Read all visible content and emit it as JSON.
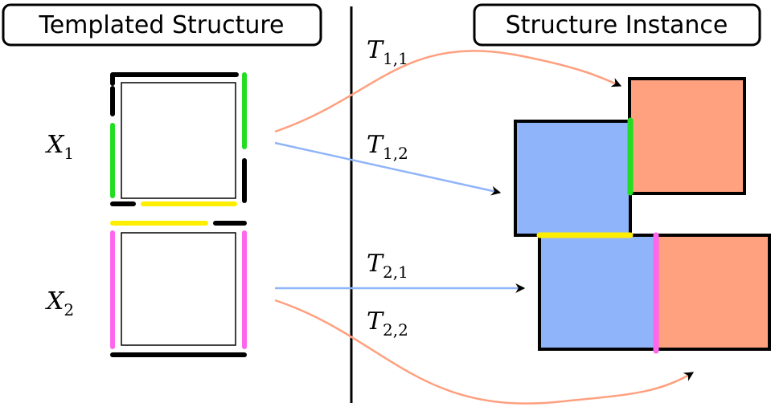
{
  "headings": {
    "left": "Templated Structure",
    "right": "Structure Instance"
  },
  "variables": {
    "x1": {
      "base": "X",
      "sub": "1"
    },
    "x2": {
      "base": "X",
      "sub": "2"
    }
  },
  "transforms": {
    "t11": {
      "base": "T",
      "sub": "1,1"
    },
    "t12": {
      "base": "T",
      "sub": "1,2"
    },
    "t21": {
      "base": "T",
      "sub": "2,1"
    },
    "t22": {
      "base": "T",
      "sub": "2,2"
    }
  },
  "colors": {
    "blue_fill": "#8fb4fa",
    "salmon_fill": "#ffa07f",
    "green_edge": "#22dd22",
    "yellow_edge": "#ffee00",
    "magenta_edge": "#ff66ee",
    "blue_arrow": "#8fb4fa",
    "salmon_arrow": "#ffa07f"
  }
}
